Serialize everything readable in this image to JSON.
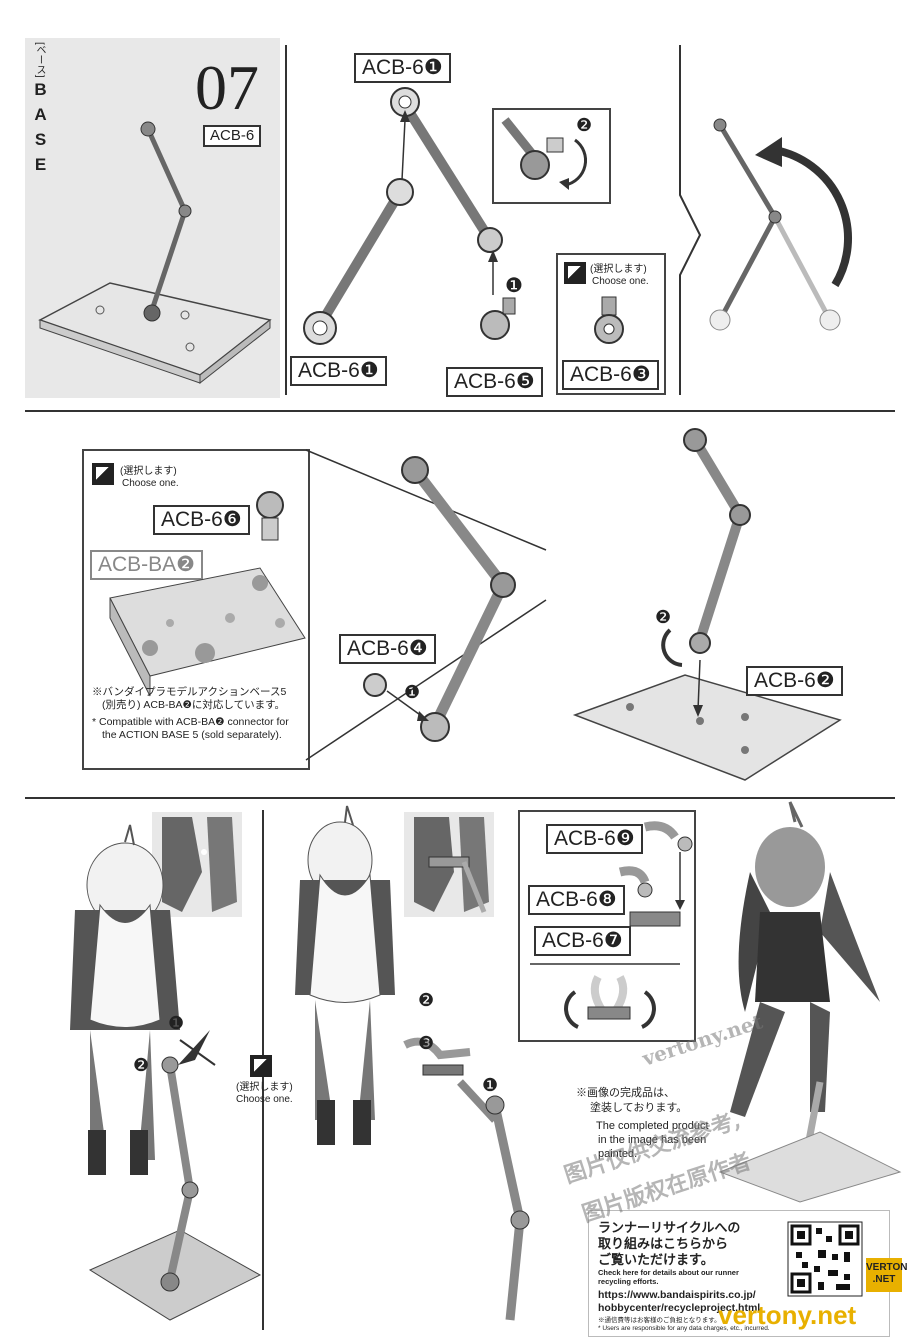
{
  "header": {
    "base_label_ja": "[ベース]",
    "base_label_en": "BASE",
    "step_number": "07",
    "step_part": "ACB-6"
  },
  "section1": {
    "top_tag": "ACB-6❶",
    "arm_tag": "ACB-6❶",
    "joint_tag": "ACB-6❺",
    "choose_ja": "(選択します)",
    "choose_en": "Choose one.",
    "choice_tag": "ACB-6❸",
    "step_marks": [
      "❷",
      "❶"
    ]
  },
  "section2": {
    "choose_ja": "(選択します)",
    "choose_en": "Choose one.",
    "tag_6": "ACB-6❻",
    "tag_ba": "ACB-BA❷",
    "tag_4": "ACB-6❹",
    "tag_2": "ACB-6❷",
    "note_ja_1": "※バンダイプラモデルアクションベース5",
    "note_ja_2": "(別売り) ACB-BA❷に対応しています。",
    "note_en_1": "* Compatible with ACB-BA❷ connector for",
    "note_en_2": "the ACTION BASE 5 (sold separately).",
    "step_marks": [
      "❶",
      "❷"
    ]
  },
  "section3": {
    "tag_9": "ACB-6❾",
    "tag_8": "ACB-6❽",
    "tag_7": "ACB-6❼",
    "choose_ja": "(選択します)",
    "choose_en": "Choose one.",
    "completed_ja_1": "※画像の完成品は、",
    "completed_ja_2": "塗装しております。",
    "completed_en_1": "The completed product",
    "completed_en_2": "in the image has been",
    "completed_en_3": "painted.",
    "step_marks": [
      "❶",
      "❷",
      "❷",
      "❸",
      "❶"
    ]
  },
  "recycle": {
    "title_1": "ランナーリサイクルへの",
    "title_2": "取り組みはこちらから",
    "title_3": "ご覧いただけます。",
    "en_1": "Check here for details about our runner",
    "en_2": "recycling efforts.",
    "url_1": "https://www.bandaispirits.co.jp/",
    "url_2": "hobbycenter/recycleproject.html",
    "note_1": "※通信費等はお客様のご負担となります。",
    "note_2": "* Users are responsible for any data charges, etc., incurred."
  },
  "watermark": {
    "site": "vertony.net",
    "cn_1": "图片仅供交流参考,",
    "cn_2": "图片版权在原作者",
    "badge_1": "VERTONY",
    "badge_2": ".NET"
  }
}
